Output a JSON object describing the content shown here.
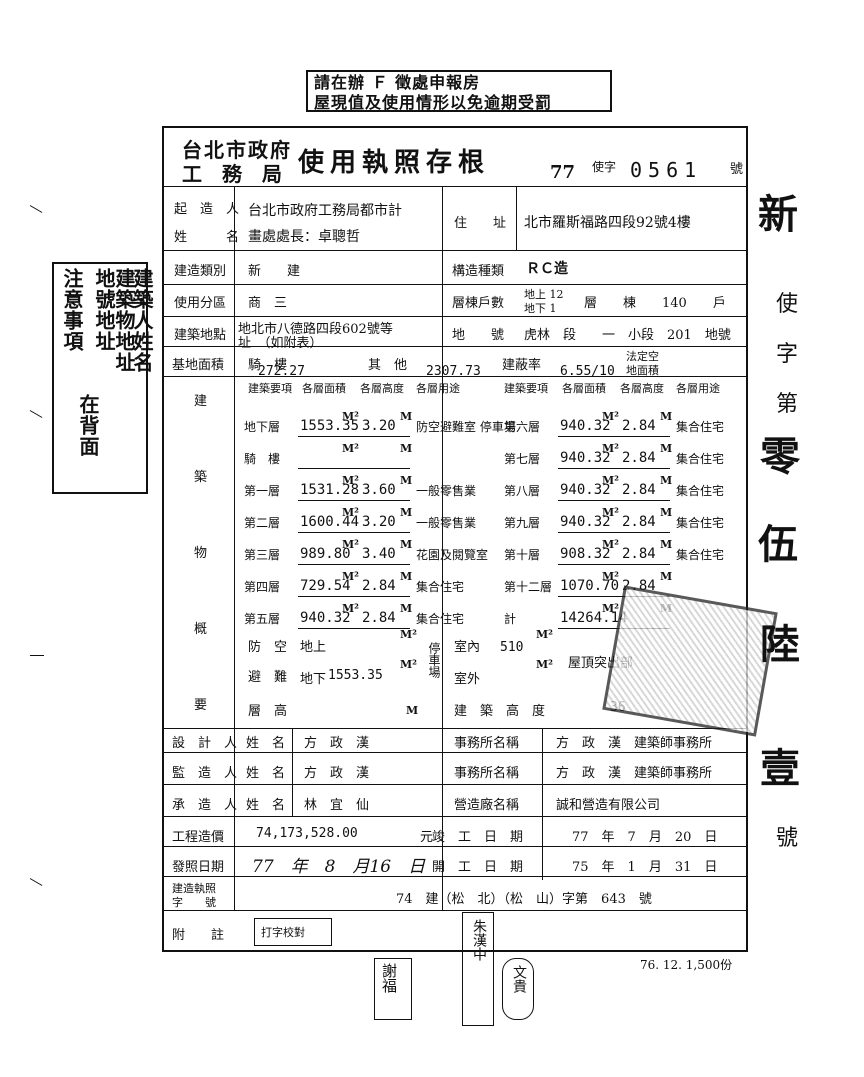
{
  "header_stamp": {
    "line1": "請在辦 Ｆ        徵處申報房",
    "line2": "屋現值及使用情形以免逾期受罰"
  },
  "side_note": {
    "col1": "建築人姓名",
    "col2": "建築物地址",
    "col3": "地號地址",
    "col4": "注意事項",
    "col5": "在背面"
  },
  "form": {
    "agency_line1": "台北市政府",
    "agency_line2": "工　務　局",
    "title": "使用執照存根",
    "year": "77",
    "permit_prefix": "使字",
    "permit_no": "0561",
    "permit_suffix": "號",
    "builder": {
      "label1": "起　造　人",
      "label2": "姓　　　名",
      "value1": "台北市政府工務局都市計",
      "value2": "畫處處長：卓聰哲",
      "addr_label": "住　　址",
      "addr_value": "北市羅斯福路四段92號4樓"
    },
    "category": {
      "label": "建造類別",
      "value": "新　　建"
    },
    "structure": {
      "label": "構造種類",
      "value": "ＲＣ造"
    },
    "zoning": {
      "label": "使用分區",
      "value": "商　三"
    },
    "floors": {
      "label": "層棟戶數",
      "above": "地上 12",
      "below": "地下 1",
      "text": "層　　棟　　140　　戶"
    },
    "site_address": {
      "label": "建築地點",
      "value": "地北市八德路四段602號等",
      "value2": "址　（如附表）"
    },
    "lot": {
      "label": "地　　號",
      "value": "虎林　段　　一　小段　201　地號"
    },
    "base_area": {
      "label": "基地面積",
      "arcade_label": "騎　樓",
      "arcade_value": "272.27",
      "other_label": "其　他",
      "other_value": "2307.73",
      "coverage_label": "建蔽率",
      "coverage_value": "6.55/10",
      "legal_label1": "法定空",
      "legal_label2": "地面積"
    },
    "section_vertical": [
      "建",
      "築",
      "物",
      "概",
      "要"
    ],
    "left_headers": [
      "建築要項",
      "各層面積",
      "各層高度",
      "各層用途"
    ],
    "right_headers": [
      "建築要項",
      "各層面積",
      "各層高度",
      "各層用途"
    ],
    "left_rows": [
      {
        "item": "地下層",
        "area": "1553.35",
        "height": "3.20",
        "use": "防空避難室 停車場"
      },
      {
        "item": "騎　樓",
        "area": "",
        "height": "",
        "use": ""
      },
      {
        "item": "第一層",
        "area": "1531.28",
        "height": "3.60",
        "use": "一般零售業"
      },
      {
        "item": "第二層",
        "area": "1600.44",
        "height": "3.20",
        "use": "一般零售業"
      },
      {
        "item": "第三層",
        "area": "989.80",
        "height": "3.40",
        "use": "花園及閱覽室"
      },
      {
        "item": "第四層",
        "area": "729.54",
        "height": "2.84",
        "use": "集合住宅"
      },
      {
        "item": "第五層",
        "area": "940.32",
        "height": "2.84",
        "use": "集合住宅"
      }
    ],
    "right_rows": [
      {
        "item": "第六層",
        "area": "940.32",
        "height": "2.84",
        "use": "集合住宅"
      },
      {
        "item": "第七層",
        "area": "940.32",
        "height": "2.84",
        "use": "集合住宅"
      },
      {
        "item": "第八層",
        "area": "940.32",
        "height": "2.84",
        "use": "集合住宅"
      },
      {
        "item": "第九層",
        "area": "940.32",
        "height": "2.84",
        "use": "集合住宅"
      },
      {
        "item": "第十層",
        "area": "908.32",
        "height": "2.84",
        "use": "集合住宅"
      },
      {
        "item": "第十二層",
        "area": "1070.70",
        "height": "2.84",
        "use": ""
      },
      {
        "item": "計",
        "area": "14264.14",
        "height": "",
        "use": ""
      }
    ],
    "air_raid": {
      "label1": "防　空",
      "label2": "避　難",
      "above": "地上",
      "below": "地下",
      "below_value": "1553.35"
    },
    "parking": {
      "label": "停車場",
      "indoor": "室內",
      "indoor_value": "510",
      "outdoor": "室外"
    },
    "roof": {
      "label": "屋頂突出部"
    },
    "height_row": {
      "label1": "層　高",
      "label2": "建　築　高　度",
      "value": "36"
    },
    "designer": {
      "label": "設　計　人",
      "name_label": "姓　名",
      "name": "方　政　漢",
      "office_label": "事務所名稱",
      "office": "方　政　漢　建築師事務所"
    },
    "supervisor": {
      "label": "監　造　人",
      "name_label": "姓　名",
      "name": "方　政　漢",
      "office_label": "事務所名稱",
      "office": "方　政　漢　建築師事務所"
    },
    "contractor": {
      "label": "承　造　人",
      "name_label": "姓　名",
      "name": "林　宜　仙",
      "company_label": "營造廠名稱",
      "company": "誠和營造有限公司"
    },
    "cost": {
      "label": "工程造價",
      "value": "74,173,528.00",
      "unit": "元",
      "done_label": "竣　工　日　期",
      "done_value": "77　年　7　月　20　日"
    },
    "issue": {
      "label": "發照日期",
      "value": "77　年　8　月16　日",
      "start_label": "開　工　日　期",
      "start_value": "75　年　1　月　31　日"
    },
    "building_permit": {
      "label1": "建造執照",
      "label2": "字　　號",
      "value": "74　建（松　北）（松　山）字第　643　號"
    },
    "remarks": {
      "label": "附　　註",
      "box_label": "打字校對",
      "sig1": "謝福",
      "sig2": "文貴",
      "sig3": "朱漢中"
    },
    "print_note": "76. 12. 1,500份"
  },
  "right_strip": [
    "新",
    "使",
    "字",
    "第",
    "零",
    "伍",
    "陸",
    "壹",
    "號"
  ]
}
